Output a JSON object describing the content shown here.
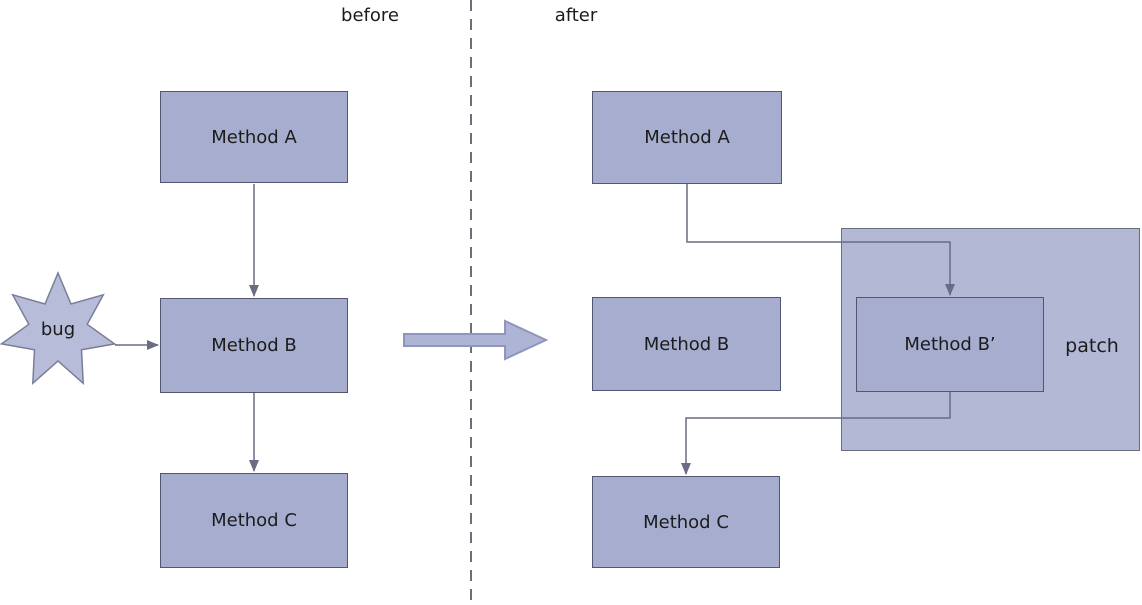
{
  "header": {
    "before_label": "before",
    "after_label": "after"
  },
  "before": {
    "nodes": {
      "a": "Method A",
      "b": "Method B",
      "c": "Method C"
    },
    "bug_label": "bug"
  },
  "after": {
    "nodes": {
      "a": "Method A",
      "b": "Method B",
      "b_prime": "Method B’",
      "c": "Method C"
    },
    "patch_label": "patch"
  },
  "colors": {
    "box_fill": "#a6adce",
    "box_border": "#54566f",
    "patch_fill": "#b3b9d5",
    "patch_border": "#6b6d7a",
    "star_fill": "#b7bcd8",
    "star_border": "#7a7d99",
    "connector": "#696c84",
    "big_arrow_fill": "#aeb4d6",
    "big_arrow_border": "#9096bb",
    "divider": "#6c6e7b",
    "text": "#1c1c1c"
  }
}
